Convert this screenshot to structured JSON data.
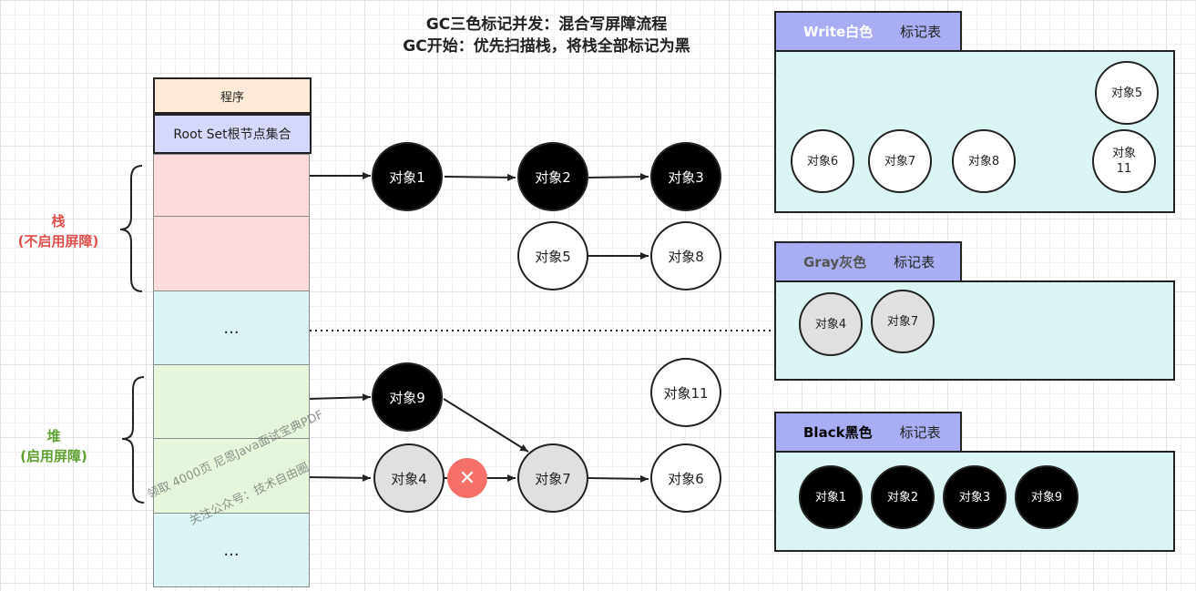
{
  "title": {
    "line1": "GC三色标记并发：混合写屏障流程",
    "line2": "GC开始：优先扫描栈，将栈全部标记为黑"
  },
  "stack_column": {
    "program": "程序",
    "root_set": "Root Set根节点集合",
    "ellipsis_mid": "...",
    "ellipsis_bottom": "..."
  },
  "labels": {
    "stack_line1": "栈",
    "stack_line2": "(不启用屏障)",
    "heap_line1": "堆",
    "heap_line2": "(启用屏障)"
  },
  "nodes": {
    "obj1": "对象1",
    "obj2": "对象2",
    "obj3": "对象3",
    "obj5": "对象5",
    "obj8": "对象8",
    "obj9": "对象9",
    "obj11": "对象11",
    "obj4": "对象4",
    "obj7": "对象7",
    "obj6": "对象6"
  },
  "delete_marker": "✕",
  "tables": {
    "white": {
      "name": "Write白色",
      "sub": "标记表",
      "items": [
        "对象5",
        "对象6",
        "对象7",
        "对象8",
        "对象\n11"
      ]
    },
    "gray": {
      "name": "Gray灰色",
      "sub": "标记表",
      "items": [
        "对象4",
        "对象7"
      ]
    },
    "black": {
      "name": "Black黑色",
      "sub": "标记表",
      "items": [
        "对象1",
        "对象2",
        "对象3",
        "对象9"
      ]
    }
  },
  "watermark": {
    "line1": "领取 4000页 尼恩Java面试宝典PDF",
    "line2": "关注公众号：技术自由圈"
  },
  "colors": {
    "stack_fill": "#f9dcdb",
    "heap_fill": "#e6f6dc",
    "cyan_fill": "#dbf5f5",
    "stack_label": "#e0504a",
    "heap_label": "#60a030",
    "tab_fill": "#a9adf3"
  }
}
